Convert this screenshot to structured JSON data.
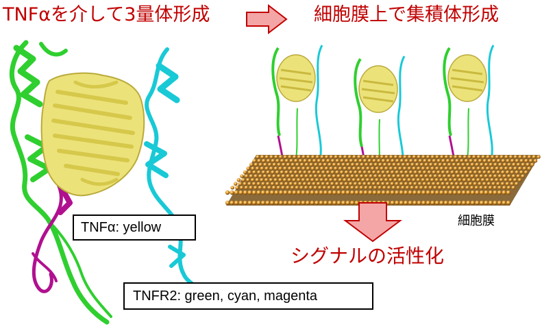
{
  "header": {
    "left_title": "TNFαを介して3量体形成",
    "right_title": "細胞膜上で集積体形成"
  },
  "legend": {
    "tnfa": "TNFα: yellow",
    "tnfr2": "TNFR2: green, cyan, magenta"
  },
  "membrane_label": "細胞膜",
  "signal_text": "シグナルの活性化",
  "colors": {
    "title_red": "#c00000",
    "arrow_fill": "#f4a6a6",
    "arrow_stroke": "#c00000",
    "tnfa": "#e6dc6e",
    "green": "#2fcf2f",
    "cyan": "#19c9d6",
    "magenta": "#b0108f",
    "lipid_head": "#e09a2a"
  },
  "icons": {
    "right_arrow": "right-arrow-icon",
    "down_arrow": "down-arrow-icon"
  }
}
